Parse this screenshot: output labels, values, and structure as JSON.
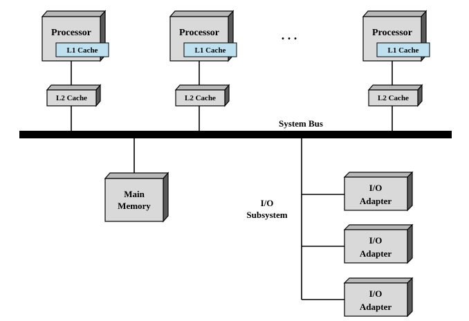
{
  "processors": [
    {
      "label": "Processor",
      "l1_label": "L1 Cache",
      "l2_label": "L2 Cache"
    },
    {
      "label": "Processor",
      "l1_label": "L1 Cache",
      "l2_label": "L2 Cache"
    },
    {
      "label": "Processor",
      "l1_label": "L1 Cache",
      "l2_label": "L2 Cache"
    }
  ],
  "ellipsis": ". . .",
  "system_bus_label": "System Bus",
  "main_memory": {
    "line1": "Main",
    "line2": "Memory"
  },
  "io_subsystem": {
    "line1": "I/O",
    "line2": "Subsystem"
  },
  "io_adapters": [
    {
      "line1": "I/O",
      "line2": "Adapter"
    },
    {
      "line1": "I/O",
      "line2": "Adapter"
    },
    {
      "line1": "I/O",
      "line2": "Adapter"
    }
  ]
}
